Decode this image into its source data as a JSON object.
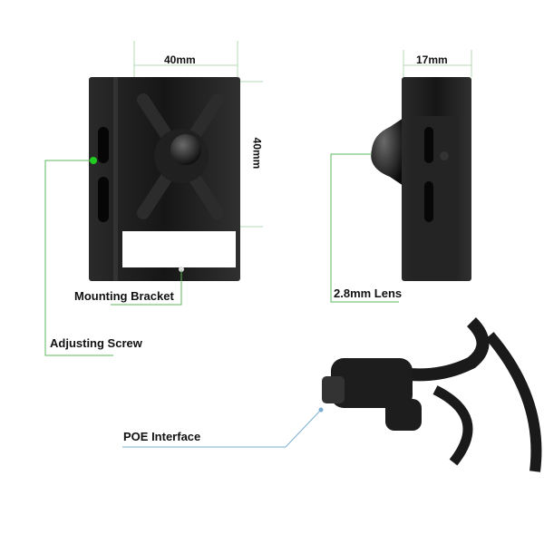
{
  "dimensions": {
    "front_width": "40mm",
    "front_height": "40mm",
    "side_depth": "17mm"
  },
  "callouts": {
    "mounting_bracket": "Mounting Bracket",
    "adjusting_screw": "Adjusting Screw",
    "lens": "2.8mm Lens",
    "poe": "POE Interface"
  },
  "colors": {
    "callout_green": "#5cb85c",
    "callout_blue": "#7aaed0",
    "body": "#1b1b1b"
  }
}
